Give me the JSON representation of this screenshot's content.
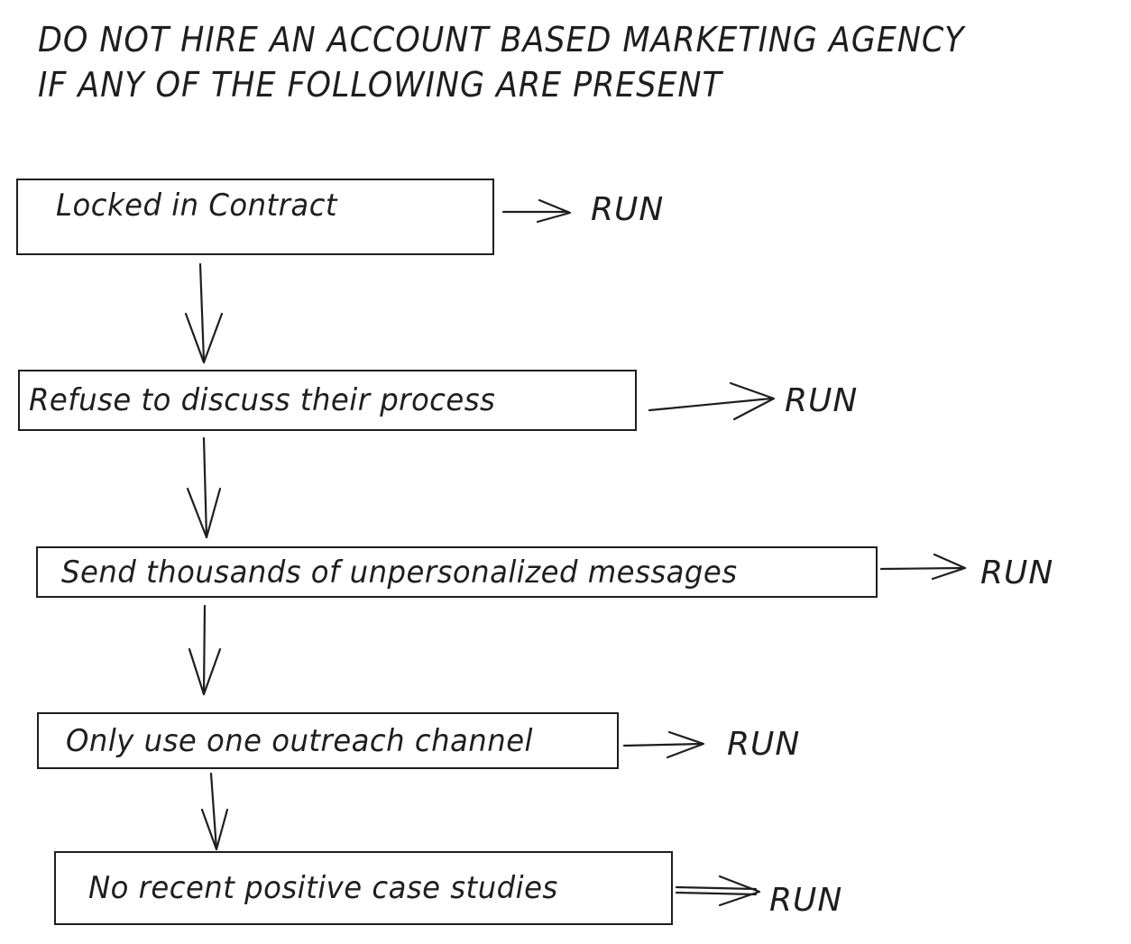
{
  "title": {
    "line1": "DO NOT HIRE AN ACCOUNT BASED MARKETING AGENCY",
    "line2": "IF ANY OF THE FOLLOWING ARE PRESENT"
  },
  "steps": [
    {
      "label": "Locked in Contract",
      "outcome": "RUN"
    },
    {
      "label": "Refuse to discuss their process",
      "outcome": "RUN"
    },
    {
      "label": "Send thousands of unpersonalized messages",
      "outcome": "RUN"
    },
    {
      "label": "Only use one outreach channel",
      "outcome": "RUN"
    },
    {
      "label": "No recent positive case studies",
      "outcome": "RUN"
    }
  ],
  "colors": {
    "stroke": "#1e1e1e",
    "background": "#ffffff"
  }
}
